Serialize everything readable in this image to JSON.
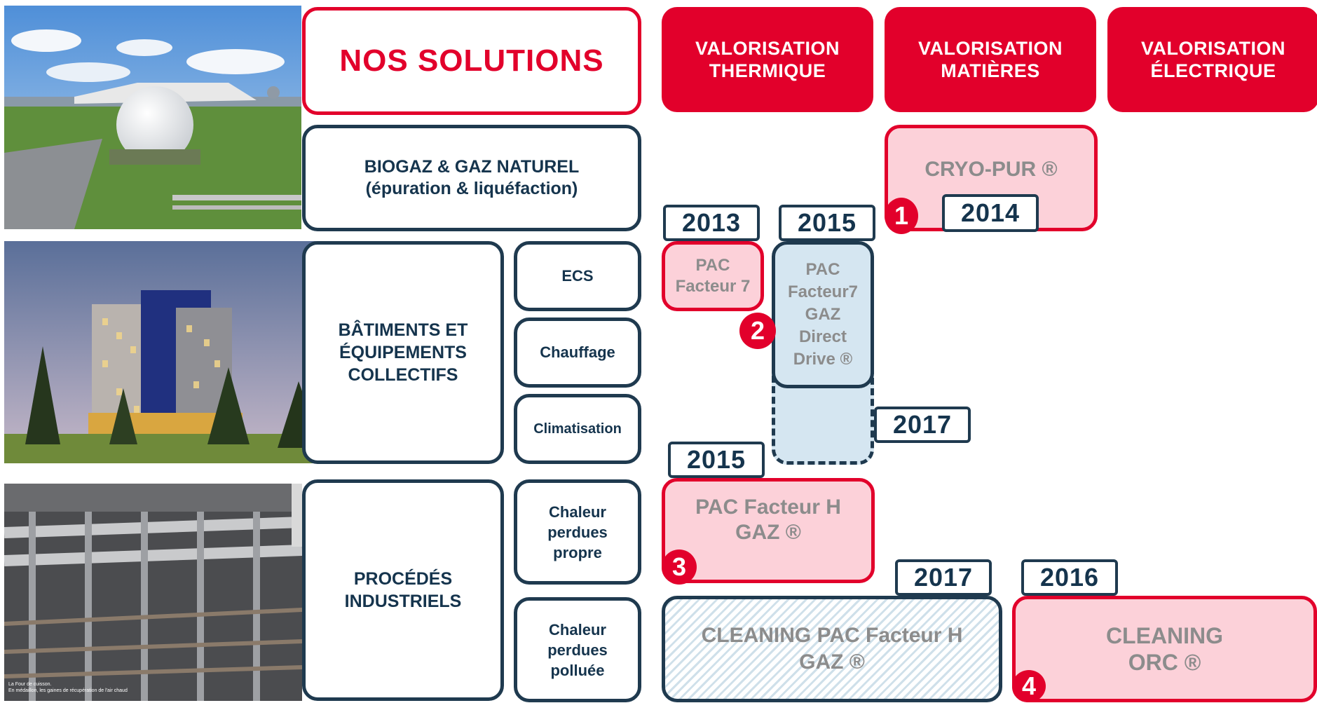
{
  "title": "NOS SOLUTIONS",
  "columns": [
    {
      "line1": "VALORISATION",
      "line2": "THERMIQUE"
    },
    {
      "line1": "VALORISATION",
      "line2": "MATIÈRES"
    },
    {
      "line1": "VALORISATION",
      "line2": "ÉLECTRIQUE"
    }
  ],
  "categories": {
    "biogaz": {
      "line1": "BIOGAZ & GAZ NATUREL",
      "line2": "(épuration & liquéfaction)"
    },
    "batiments": {
      "line1": "BÂTIMENTS ET",
      "line2": "ÉQUIPEMENTS",
      "line3": "COLLECTIFS"
    },
    "procedes": {
      "line1": "PROCÉDÉS",
      "line2": "INDUSTRIELS"
    }
  },
  "subcategories": {
    "ecs": "ECS",
    "chauffage": "Chauffage",
    "climatisation": "Climatisation",
    "propre": {
      "line1": "Chaleur",
      "line2": "perdues",
      "line3": "propre"
    },
    "polluee": {
      "line1": "Chaleur",
      "line2": "perdues",
      "line3": "polluée"
    }
  },
  "solutions": {
    "cryopur": {
      "label": "CRYO-PUR ®",
      "year": "2014",
      "number": "1"
    },
    "pac7": {
      "line1": "PAC",
      "line2": "Facteur 7",
      "year": "2013"
    },
    "pac7gaz": {
      "line1": "PAC",
      "line2": "Facteur7",
      "line3": "GAZ",
      "line4": "Direct",
      "line5": "Drive ®",
      "year": "2015",
      "number": "2"
    },
    "ext_year": "2017",
    "pach": {
      "line1": "PAC Facteur H",
      "line2": "GAZ ®",
      "year": "2015",
      "number": "3"
    },
    "cleaning_pac": {
      "line1": "CLEANING PAC Facteur H",
      "line2": "GAZ ®",
      "year": "2017"
    },
    "cleaning_orc": {
      "line1": "CLEANING",
      "line2": "ORC ®",
      "year": "2016",
      "number": "4"
    }
  },
  "photo_captions": {
    "line1": "La Four de cuisson.",
    "line2": "En médaillon, les gaines de récupération de l'air chaud"
  },
  "colors": {
    "red": "#e2002b",
    "navy": "#1f3a4f",
    "pink": "#fcd1d9",
    "light_blue": "#d5e6f1",
    "grey_text": "#8c8c8c"
  },
  "icons": [
    "biogas-plant-photo",
    "hotel-building-photo",
    "industrial-pipes-photo"
  ]
}
